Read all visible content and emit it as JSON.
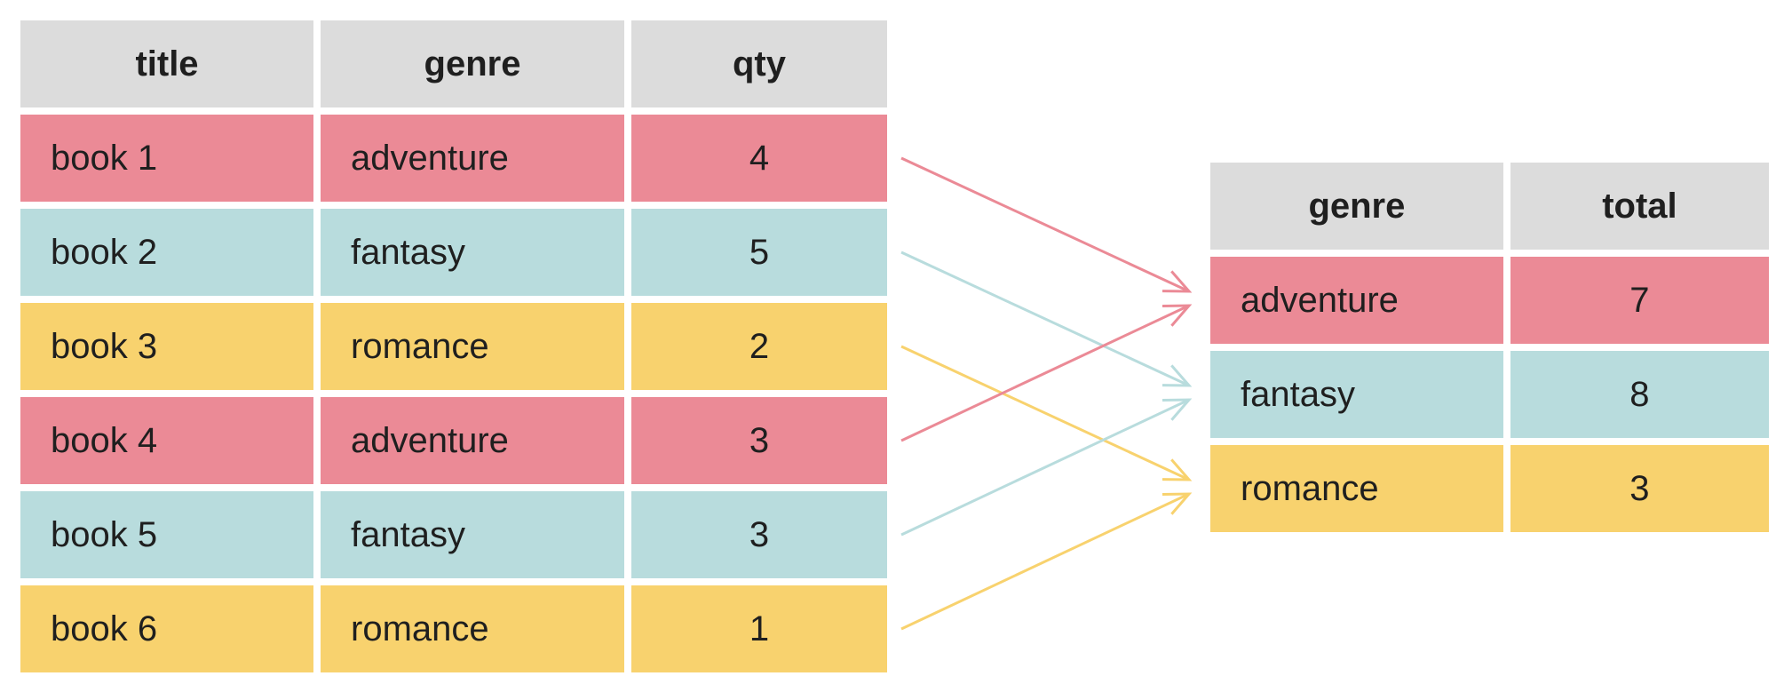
{
  "colors": {
    "adventure": "#eb8a96",
    "fantasy": "#b8dcdd",
    "romance": "#f8d26e",
    "header": "#dcdcdc"
  },
  "source_table": {
    "headers": [
      "title",
      "genre",
      "qty"
    ],
    "rows": [
      {
        "title": "book 1",
        "genre": "adventure",
        "qty": "4"
      },
      {
        "title": "book 2",
        "genre": "fantasy",
        "qty": "5"
      },
      {
        "title": "book 3",
        "genre": "romance",
        "qty": "2"
      },
      {
        "title": "book 4",
        "genre": "adventure",
        "qty": "3"
      },
      {
        "title": "book 5",
        "genre": "fantasy",
        "qty": "3"
      },
      {
        "title": "book 6",
        "genre": "romance",
        "qty": "1"
      }
    ]
  },
  "result_table": {
    "headers": [
      "genre",
      "total"
    ],
    "rows": [
      {
        "genre": "adventure",
        "total": "7"
      },
      {
        "genre": "fantasy",
        "total": "8"
      },
      {
        "genre": "romance",
        "total": "3"
      }
    ]
  },
  "arrows": [
    {
      "from_row": 1,
      "to_row": 1,
      "genre": "adventure"
    },
    {
      "from_row": 2,
      "to_row": 2,
      "genre": "fantasy"
    },
    {
      "from_row": 3,
      "to_row": 3,
      "genre": "romance"
    },
    {
      "from_row": 4,
      "to_row": 1,
      "genre": "adventure"
    },
    {
      "from_row": 5,
      "to_row": 2,
      "genre": "fantasy"
    },
    {
      "from_row": 6,
      "to_row": 3,
      "genre": "romance"
    }
  ]
}
